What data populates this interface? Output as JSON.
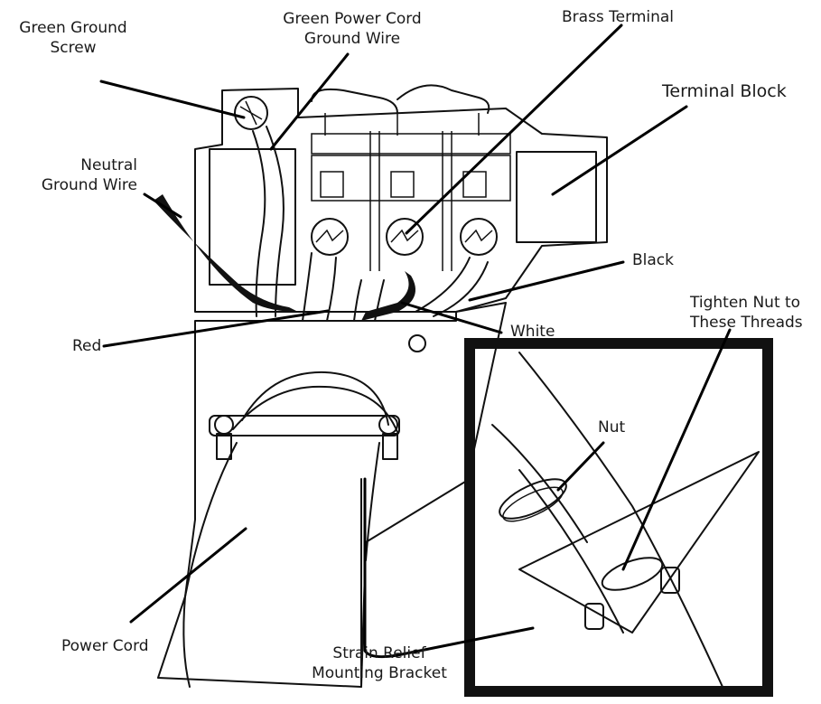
{
  "labels": {
    "green_ground_screw": [
      "Green Ground",
      "Screw"
    ],
    "green_power_cord_ground_wire": [
      "Green Power Cord",
      "Ground Wire"
    ],
    "brass_terminal": "Brass Terminal",
    "terminal_block": "Terminal Block",
    "neutral_ground_wire": [
      "Neutral",
      "Ground Wire"
    ],
    "black": "Black",
    "tighten_nut": [
      "Tighten Nut to",
      "These Threads"
    ],
    "red": "Red",
    "white": "White",
    "nut": "Nut",
    "power_cord": "Power Cord",
    "strain_relief": [
      "Strain Relief",
      "Mounting Bracket"
    ]
  },
  "colors": {
    "line": "#111111",
    "wire_black": "#111111",
    "background": "#ffffff"
  }
}
